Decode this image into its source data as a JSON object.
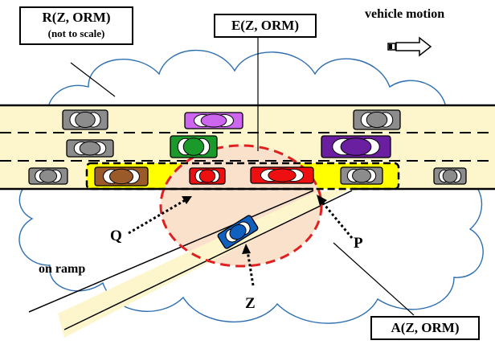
{
  "labels": {
    "r_title": "R(Z, ORM)",
    "r_note": "(not to scale)",
    "e_label": "E(Z, ORM)",
    "a_label": "A(Z, ORM)",
    "motion": "vehicle motion",
    "q": "Q",
    "p": "P",
    "z": "Z",
    "on_ramp": "on ramp"
  },
  "colors": {
    "road": "#fdf6cc",
    "highlight_lane": "#ffff00",
    "region_e": "#fae1cc",
    "dashed_red": "#e02020",
    "cloud": "#2e6fb0",
    "car_gray": "#8c8c8c",
    "car_purple_light": "#cc66ee",
    "car_green": "#1a9a2a",
    "car_purple_dark": "#6a1fa0",
    "car_brown": "#9a5a2a",
    "car_red": "#ee1010",
    "car_blue": "#1060c0"
  },
  "cars": [
    {
      "id": "gray-1",
      "color": "car_gray"
    },
    {
      "id": "purple-light",
      "color": "car_purple_light"
    },
    {
      "id": "gray-2",
      "color": "car_gray"
    },
    {
      "id": "gray-3",
      "color": "car_gray"
    },
    {
      "id": "green",
      "color": "car_green"
    },
    {
      "id": "purple-dark",
      "color": "car_purple_dark"
    },
    {
      "id": "gray-4",
      "color": "car_gray"
    },
    {
      "id": "brown",
      "color": "car_brown"
    },
    {
      "id": "red-small",
      "color": "car_red"
    },
    {
      "id": "red-large",
      "color": "car_red"
    },
    {
      "id": "gray-5",
      "color": "car_gray"
    },
    {
      "id": "gray-6",
      "color": "car_gray"
    },
    {
      "id": "blue-z",
      "color": "car_blue"
    }
  ]
}
